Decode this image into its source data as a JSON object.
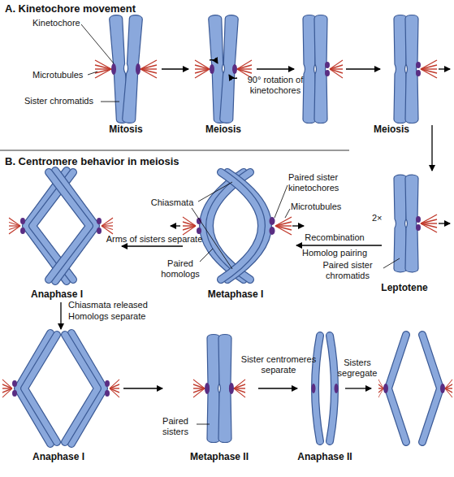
{
  "diagram": {
    "labels": [
      "A. Kinetochore movement",
      "Kinetochore",
      "Microtubules",
      "Sister chromatids",
      "Mitosis",
      "Meiosis",
      "90° rotation of kinetochores",
      "Meiosis",
      "B. Centromere behavior in meiosis",
      "Chiasmata",
      "Paired sister kinetochores",
      "Microtubules",
      "Arms of sisters separate",
      "Recombination",
      "Homolog pairing",
      "2×",
      "Paired homologs",
      "Paired sister chromatids",
      "Anaphase I",
      "Metaphase I",
      "Leptotene",
      "Chiasmata released",
      "Homologs separate",
      "Anaphase I",
      "Paired sisters",
      "Sister centromeres separate",
      "Metaphase II",
      "Sisters segregate",
      "Anaphase II"
    ]
  }
}
